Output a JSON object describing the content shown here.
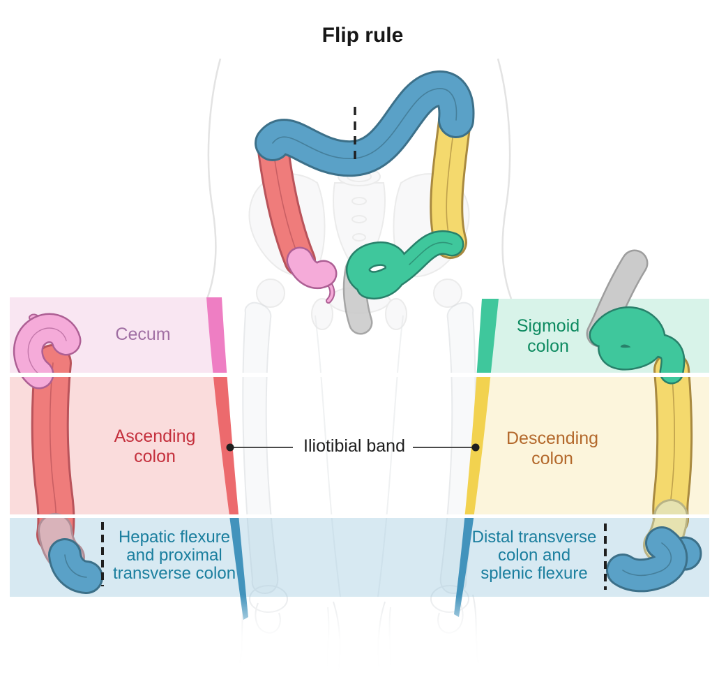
{
  "title": "Flip rule",
  "center_annotation": {
    "label": "Iliotibial band",
    "text_color": "#1f1f1f"
  },
  "rows": {
    "left": [
      {
        "id": "cecum",
        "label": "Cecum",
        "text_color": "#a06fa3",
        "band_color": "#f9e6f2",
        "leg_strip_color": "#ee7ec3"
      },
      {
        "id": "ascending-colon",
        "label": "Ascending\ncolon",
        "text_color": "#c4303d",
        "band_color": "#fadcdc",
        "leg_strip_color": "#ec6a6d"
      },
      {
        "id": "hepatic-flexure",
        "label": "Hepatic flexure\nand proximal\ntransverse colon",
        "text_color": "#1a7e9e",
        "band_color": "#dcebf3",
        "leg_strip_color": "#4293bc"
      }
    ],
    "right": [
      {
        "id": "sigmoid-colon",
        "label": "Sigmoid\ncolon",
        "text_color": "#0d8a60",
        "band_color": "#d8f3e9",
        "leg_strip_color": "#3fc79c"
      },
      {
        "id": "descending-colon",
        "label": "Descending\ncolon",
        "text_color": "#b3682b",
        "band_color": "#fcf5dc",
        "leg_strip_color": "#f2d24f"
      },
      {
        "id": "distal-transverse",
        "label": "Distal transverse\ncolon and\nsplenic flexure",
        "text_color": "#1a7e9e",
        "band_color": "#dcebf3",
        "leg_strip_color": "#4293bc"
      }
    ]
  },
  "figure_colors": {
    "transverse_colon_blue": "#5aa1c7",
    "ascending_colon_red": "#ef7c7b",
    "descending_colon_yellow": "#f4d96d",
    "sigmoid_colon_green": "#3fc79c",
    "cecum_pink": "#f5abd9",
    "rectum_gray": "#cbcbcb",
    "bottom_band_blue": "rgba(167,206,226,0.45)"
  }
}
